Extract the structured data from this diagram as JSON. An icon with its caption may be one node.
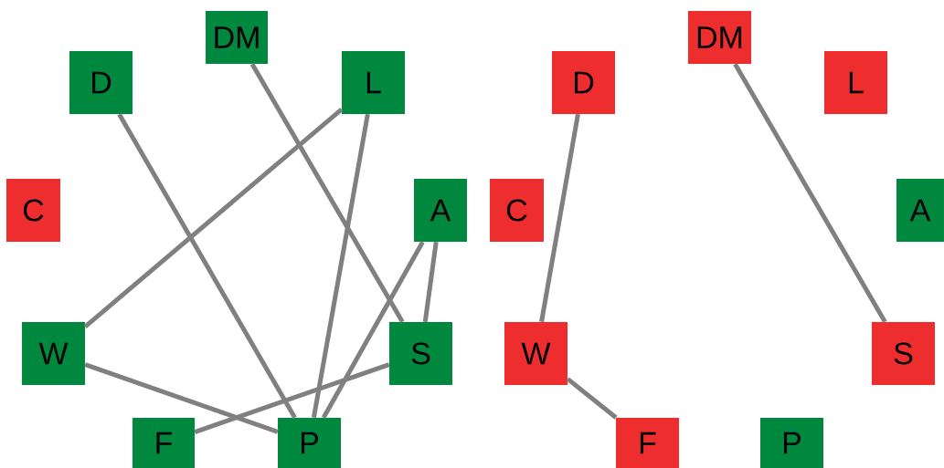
{
  "diagram": {
    "nodes": [
      {
        "text": [
          "DM"
        ]
      },
      {
        "text": [
          "D"
        ]
      },
      {
        "text": [
          "L"
        ]
      },
      {
        "text": [
          "C"
        ]
      },
      {
        "text": [
          "A"
        ]
      },
      {
        "text": [
          "W"
        ]
      },
      {
        "text": [
          "S"
        ]
      },
      {
        "text": [
          "F"
        ]
      },
      {
        "text": [
          "P"
        ]
      },
      {
        "text": [
          "DM"
        ]
      },
      {
        "text": [
          "D"
        ]
      },
      {
        "text": [
          "L"
        ]
      },
      {
        "text": [
          "C"
        ]
      },
      {
        "text": [
          "A"
        ]
      },
      {
        "text": [
          "W"
        ]
      },
      {
        "text": [
          "S"
        ]
      },
      {
        "text": [
          "F"
        ]
      },
      {
        "text": [
          "P"
        ]
      }
    ],
    "edges": [
      {
        "from": 1,
        "to": 8,
        "arrow": "none"
      },
      {
        "from": 0,
        "to": 6,
        "arrow": "none"
      },
      {
        "from": 2,
        "to": 5,
        "arrow": "none"
      },
      {
        "from": 2,
        "to": 8,
        "arrow": "none"
      },
      {
        "from": 4,
        "to": 6,
        "arrow": "none"
      },
      {
        "from": 4,
        "to": 8,
        "arrow": "none"
      },
      {
        "from": 5,
        "to": 8,
        "arrow": "none"
      },
      {
        "from": 7,
        "to": 6,
        "arrow": "none"
      },
      {
        "from": 10,
        "to": 14,
        "arrow": "none"
      },
      {
        "from": 14,
        "to": 16,
        "arrow": "none"
      },
      {
        "from": 9,
        "to": 15,
        "arrow": "none"
      }
    ]
  }
}
